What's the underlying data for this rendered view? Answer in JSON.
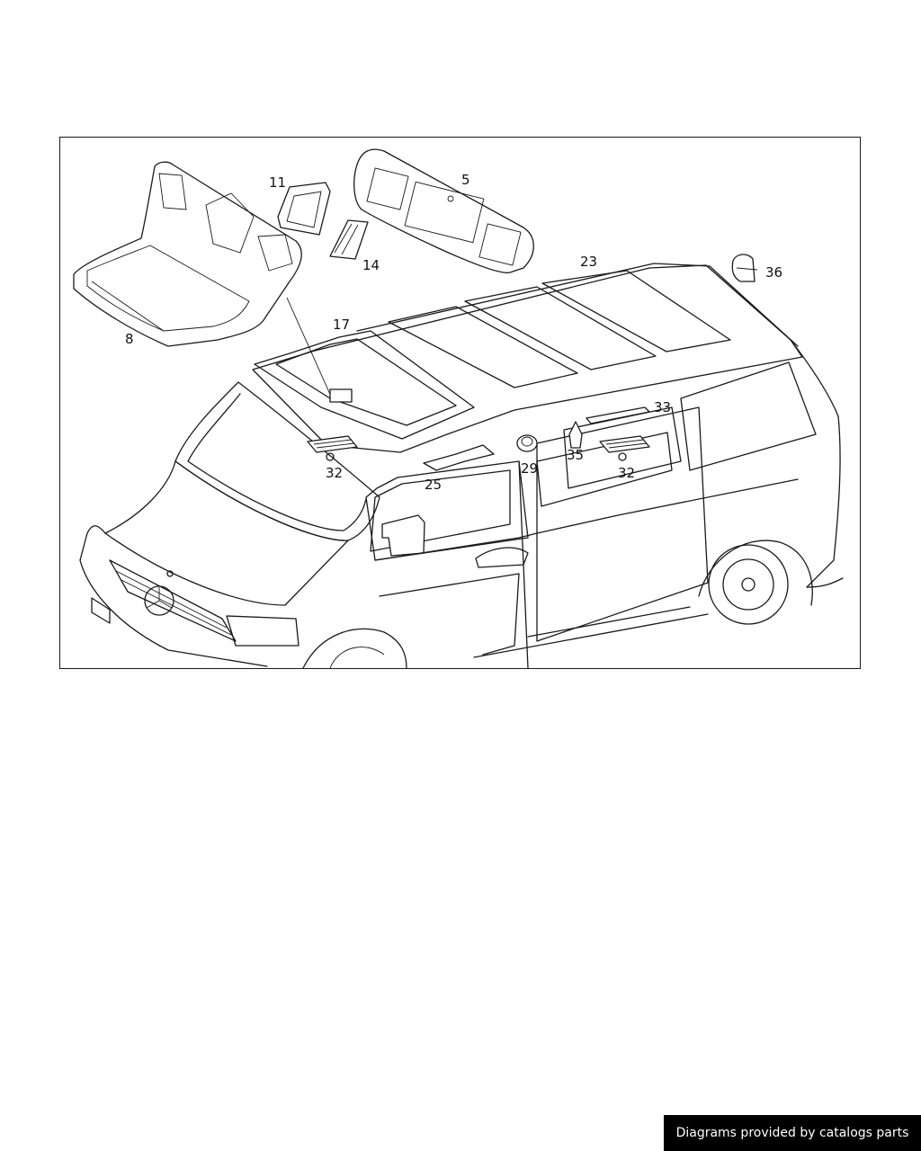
{
  "diagram": {
    "callouts": [
      {
        "id": "c5",
        "text": "5"
      },
      {
        "id": "c8",
        "text": "8"
      },
      {
        "id": "c11",
        "text": "11"
      },
      {
        "id": "c14",
        "text": "14"
      },
      {
        "id": "c17",
        "text": "17"
      },
      {
        "id": "c23",
        "text": "23"
      },
      {
        "id": "c25",
        "text": "25"
      },
      {
        "id": "c29",
        "text": "29"
      },
      {
        "id": "c32a",
        "text": "32"
      },
      {
        "id": "c32b",
        "text": "32"
      },
      {
        "id": "c33",
        "text": "33"
      },
      {
        "id": "c35",
        "text": "35"
      },
      {
        "id": "c36",
        "text": "36"
      }
    ]
  },
  "footer": {
    "credit": "Diagrams provided by catalogs parts"
  }
}
